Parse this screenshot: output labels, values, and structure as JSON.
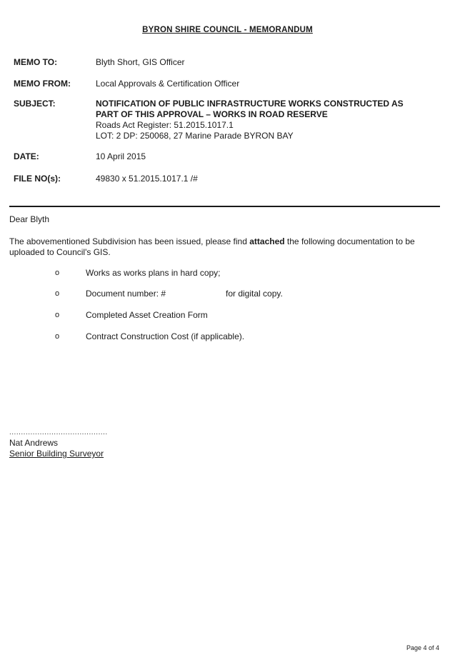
{
  "document": {
    "title": "BYRON SHIRE COUNCIL - MEMORANDUM",
    "memo_to": {
      "label": "MEMO TO:",
      "value": "Blyth Short, GIS Officer"
    },
    "memo_from": {
      "label": "MEMO FROM:",
      "value": "Local Approvals & Certification Officer"
    },
    "subject": {
      "label": "SUBJECT:",
      "line1": "NOTIFICATION OF PUBLIC INFRASTRUCTURE WORKS CONSTRUCTED AS",
      "line2": "PART OF THIS APPROVAL – WORKS IN ROAD RESERVE",
      "line3": "Roads Act Register: 51.2015.1017.1",
      "line4": "LOT: 2 DP: 250068, 27 Marine Parade BYRON BAY"
    },
    "date": {
      "label": "DATE:",
      "value": "10 April 2015"
    },
    "file_no": {
      "label": "FILE NO(s):",
      "value": "49830 x 51.2015.1017.1 /#"
    },
    "salutation": "Dear Blyth",
    "paragraph": {
      "before": "The abovementioned Subdivision has been issued, please find ",
      "bold": "attached",
      "after": " the following documentation to be uploaded to Council's GIS."
    },
    "bullet_mark": "o",
    "bullets": [
      {
        "text": "Works as works plans in hard copy;",
        "extra": ""
      },
      {
        "text": "Document number: #",
        "extra": "for digital copy."
      },
      {
        "text": "Completed Asset Creation Form",
        "extra": ""
      },
      {
        "text": "Contract Construction Cost (if applicable).",
        "extra": ""
      }
    ],
    "signature": {
      "dots": "..........................................",
      "name": "Nat Andrews",
      "title": "Senior Building Surveyor"
    },
    "page_number": "Page 4 of 4"
  }
}
